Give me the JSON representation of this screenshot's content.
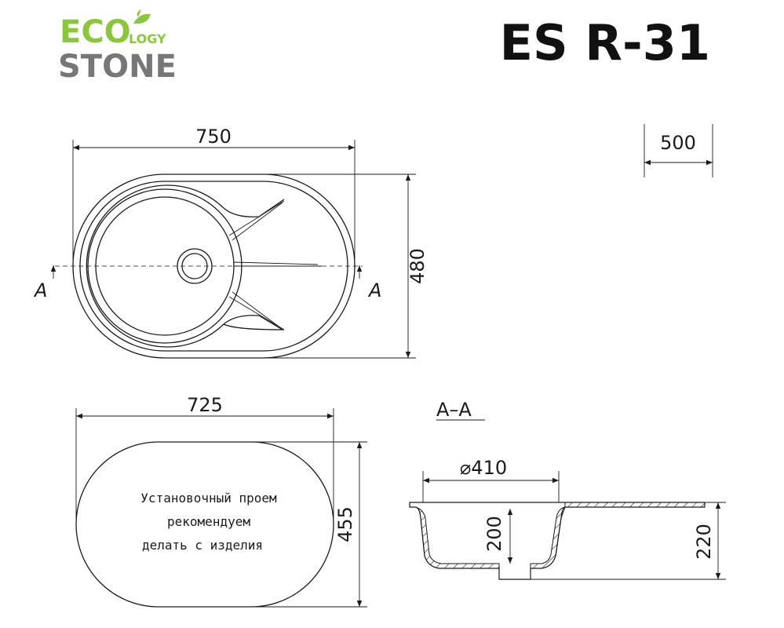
{
  "brand": {
    "line1": "ECO",
    "superscript": "LOGY",
    "line2": "STONE",
    "green": "#8cc63f",
    "gray": "#777777"
  },
  "model": "ES R-31",
  "top_view": {
    "width_label": "750",
    "height_label": "480",
    "depth_label": "500",
    "section_mark": "A"
  },
  "cutout_view": {
    "width_label": "725",
    "height_label": "455",
    "note": [
      "Установочный проем",
      "рекомендуем",
      "делать с изделия"
    ]
  },
  "section_view": {
    "title": "A–A",
    "diameter_label": "⌀410",
    "bowl_depth_label": "200",
    "total_depth_label": "220"
  }
}
